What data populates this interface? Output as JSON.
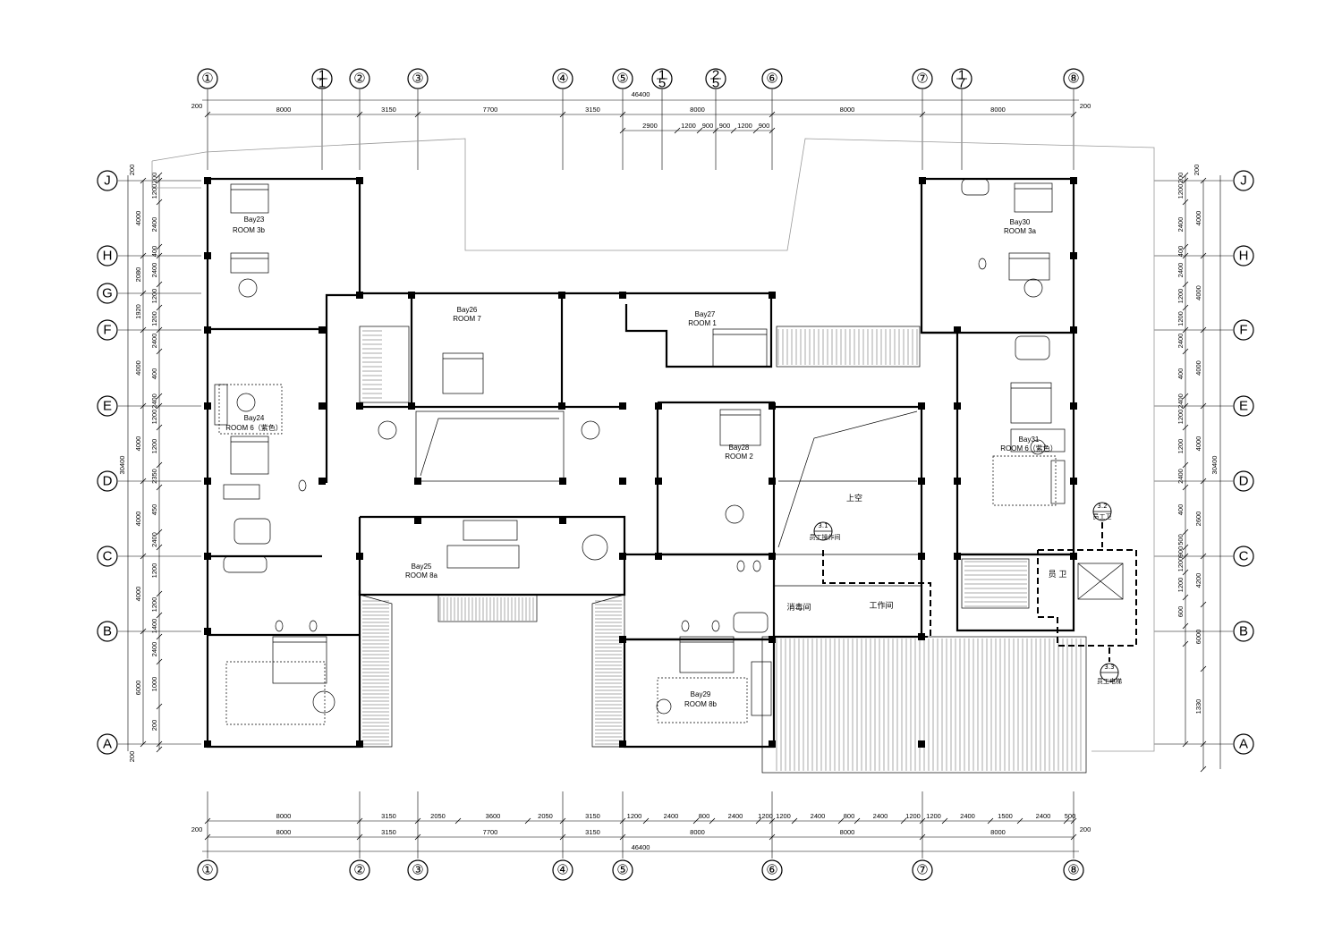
{
  "axes": {
    "top_labels": [
      "①",
      "1/1",
      "②",
      "③",
      "④",
      "⑤",
      "1/5",
      "2/5",
      "⑥",
      "⑦",
      "1/7",
      "⑧"
    ],
    "bottom_labels": [
      "①",
      "②",
      "③",
      "④",
      "⑤",
      "⑥",
      "⑦",
      "⑧"
    ],
    "left_labels": [
      "J",
      "H",
      "G",
      "F",
      "E",
      "D",
      "C",
      "B",
      "A"
    ],
    "right_labels": [
      "J",
      "H",
      "F",
      "E",
      "D",
      "C",
      "B",
      "A"
    ]
  },
  "dimensions": {
    "top_total": "46400",
    "top_edge": "200",
    "top_row": [
      "8000",
      "3150",
      "7700",
      "3150",
      "8000",
      "8000"
    ],
    "top_sub_row": [
      "2900",
      "1200",
      "900",
      "900",
      "1200",
      "900"
    ],
    "bottom_total": "46400",
    "bottom_edge": "200",
    "bottom_detail_row": [
      "8000",
      "3150",
      "2050",
      "3600",
      "2050",
      "3150",
      "1200",
      "2400",
      "800",
      "2400",
      "1200",
      "1200",
      "2400",
      "800",
      "2400",
      "1200",
      "1200",
      "2400",
      "1500",
      "2400",
      "500"
    ],
    "bottom_row": [
      "8000",
      "3150",
      "7700",
      "3150",
      "8000",
      "8000",
      "8000"
    ],
    "left_total": "30400",
    "left_row": [
      "4000",
      "2080",
      "1920",
      "4000",
      "4000",
      "4000",
      "4000",
      "6000"
    ],
    "left_sub_row": [
      "200",
      "1200",
      "2400",
      "400",
      "2400",
      "1200",
      "1200",
      "2400",
      "400",
      "2400",
      "1200",
      "1200",
      "2350",
      "450",
      "2400",
      "1200",
      "1200",
      "1400",
      "2400",
      "1000",
      "200"
    ],
    "right_total": "30400",
    "right_row": [
      "4000",
      "4000",
      "4000",
      "4000",
      "2600",
      "4200",
      "6000",
      "1330"
    ],
    "right_sub_row": [
      "200",
      "1200",
      "2400",
      "400",
      "2400",
      "1200",
      "1200",
      "2400",
      "400",
      "2400",
      "1200",
      "1200",
      "2400",
      "400",
      "500",
      "900",
      "1200",
      "1200",
      "600"
    ]
  },
  "rooms": [
    {
      "bay": "Bay23",
      "room": "ROOM 3b"
    },
    {
      "bay": "Bay24",
      "room": "ROOM 6（紫色）"
    },
    {
      "bay": "Bay25",
      "room": "ROOM 8a"
    },
    {
      "bay": "Bay26",
      "room": "ROOM 7"
    },
    {
      "bay": "Bay27",
      "room": "ROOM 1"
    },
    {
      "bay": "Bay28",
      "room": "ROOM 2"
    },
    {
      "bay": "Bay29",
      "room": "ROOM 8b"
    },
    {
      "bay": "Bay30",
      "room": "ROOM 3a"
    },
    {
      "bay": "Bay31",
      "room": "ROOM 6（紫色）"
    }
  ],
  "zones": {
    "void": "上空",
    "disinfection": "消毒间",
    "workroom": "工作间"
  },
  "detail_tags": [
    {
      "ref": "3.1",
      "text": "员工操作间"
    },
    {
      "ref": "3.2",
      "text": "员工卫"
    },
    {
      "ref": "3.3",
      "text": "员工电梯"
    }
  ],
  "detail_room_label": "员 卫",
  "colors": {
    "line": "#000000",
    "faint": "#999999",
    "paper": "#ffffff"
  }
}
